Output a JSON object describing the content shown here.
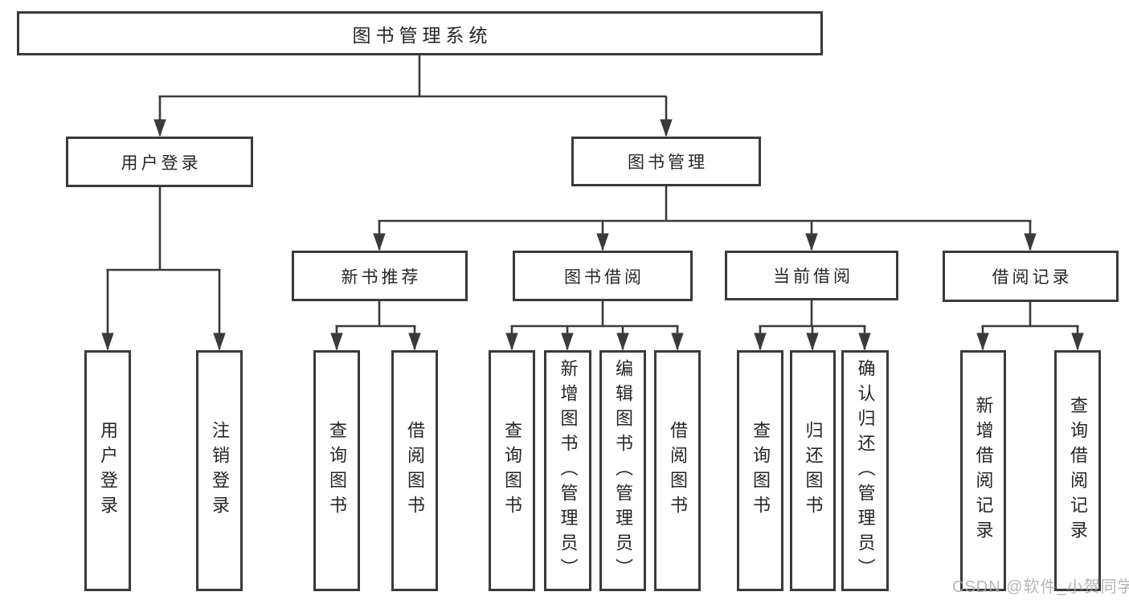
{
  "style": {
    "line_color": "#3a3a3a",
    "box_border_color": "#3a3a3a",
    "box_fill": "#ffffff",
    "text_color": "#262626",
    "watermark_color": "#a9a9a9",
    "background": "#ffffff"
  },
  "watermark": "CSDN @软件_小贺同学",
  "tree": {
    "root": {
      "label": "图书管理系统",
      "children": [
        {
          "label": "用户登录",
          "children": [
            {
              "label": "用户登录"
            },
            {
              "label": "注销登录"
            }
          ]
        },
        {
          "label": "图书管理",
          "children": [
            {
              "label": "新书推荐",
              "children": [
                {
                  "label": "查询图书"
                },
                {
                  "label": "借阅图书"
                }
              ]
            },
            {
              "label": "图书借阅",
              "children": [
                {
                  "label": "查询图书"
                },
                {
                  "label": "新增图书（管理员）"
                },
                {
                  "label": "编辑图书（管理员）"
                },
                {
                  "label": "借阅图书"
                }
              ]
            },
            {
              "label": "当前借阅",
              "children": [
                {
                  "label": "查询图书"
                },
                {
                  "label": "归还图书"
                },
                {
                  "label": "确认归还（管理员）"
                }
              ]
            },
            {
              "label": "借阅记录",
              "children": [
                {
                  "label": "新增借阅记录"
                },
                {
                  "label": "查询借阅记录"
                }
              ]
            }
          ]
        }
      ]
    }
  }
}
